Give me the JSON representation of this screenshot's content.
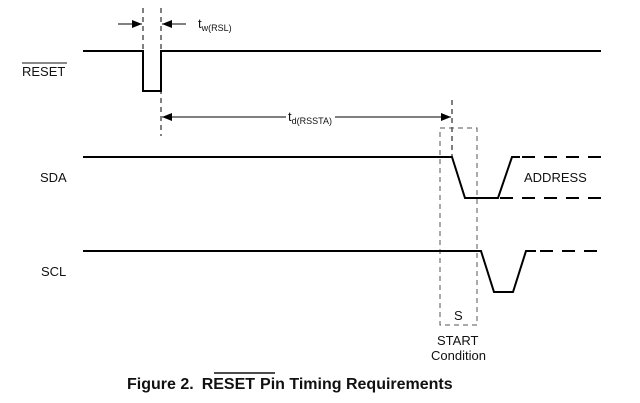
{
  "diagram": {
    "title": "RESET Pin Timing Requirements",
    "caption": {
      "prefix": "Figure 2.",
      "overlined_word": "RESET",
      "suffix": "Pin Timing Requirements"
    },
    "signals": [
      {
        "name": "RESET",
        "overlined": true
      },
      {
        "name": "SDA",
        "overlined": false
      },
      {
        "name": "SCL",
        "overlined": false
      }
    ],
    "annotations": {
      "tw": {
        "main": "t",
        "sub": "w(RSL)"
      },
      "td": {
        "main": "t",
        "sub": "d(RSSTA)"
      },
      "address_label": "ADDRESS",
      "start_box_label": "S",
      "start_condition_line1": "START",
      "start_condition_line2": "Condition"
    }
  }
}
